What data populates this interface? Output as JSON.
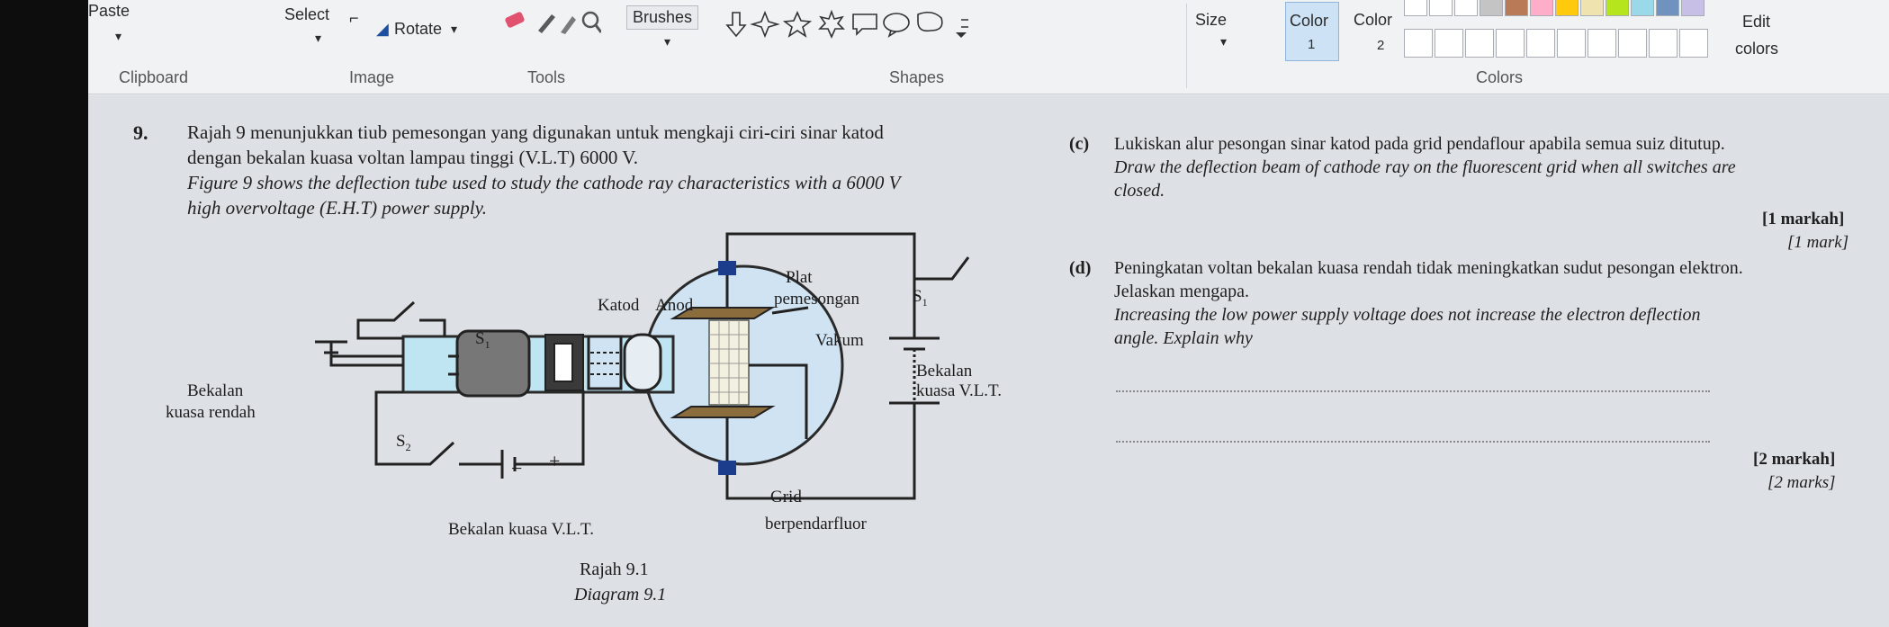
{
  "ribbon": {
    "paste": "Paste",
    "select": "Select",
    "rotate": "Rotate",
    "brushes": "Brushes",
    "size": "Size",
    "color1_a": "Color",
    "color1_b": "1",
    "color2_a": "Color",
    "color2_b": "2",
    "edit_a": "Edit",
    "edit_b": "colors",
    "groups": {
      "clipboard": "Clipboard",
      "image": "Image",
      "tools": "Tools",
      "shapes": "Shapes",
      "colors": "Colors"
    },
    "palette_top": [
      "#ffffff",
      "#ffffff",
      "#ffffff",
      "#c4c4c4",
      "#b97a57",
      "#ffaec9",
      "#ffc90e",
      "#efe4b0",
      "#b5e61d",
      "#99d9ea",
      "#7092be",
      "#c8bfe7"
    ],
    "palette_bottom": [
      "#ffffff",
      "#ffffff",
      "#ffffff",
      "#ffffff",
      "#ffffff",
      "#ffffff",
      "#ffffff",
      "#ffffff",
      "#ffffff",
      "#ffffff"
    ]
  },
  "question": {
    "number": "9.",
    "ms_line1": "Rajah 9 menunjukkan tiub pemesongan yang digunakan untuk mengkaji ciri-ciri sinar katod",
    "ms_line2": "dengan bekalan kuasa voltan lampau tinggi (V.L.T) 6000 V.",
    "en_line1": "Figure 9 shows the deflection tube used to study the cathode ray characteristics with a 6000 V",
    "en_line2": "high overvoltage (E.H.T) power supply."
  },
  "diagram": {
    "katod": "Katod",
    "anod": "Anod",
    "plat": "Plat",
    "pemesongan": "pemesongan",
    "s1_top": "S",
    "s1_right": "S",
    "sub1": "1",
    "vakum": "Vakum",
    "bekalan_vlt_a": "Bekalan",
    "bekalan_vlt_b": "kuasa V.L.T.",
    "bekalan_rendah_a": "Bekalan",
    "bekalan_rendah_b": "kuasa rendah",
    "s2": "S",
    "sub2": "2",
    "minus": "−",
    "plus": "+",
    "bekalan_bottom": "Bekalan kuasa V.L.T.",
    "grid_a": "Grid",
    "grid_b": "berpendarfluor",
    "caption_ms": "Rajah 9.1",
    "caption_en": "Diagram 9.1"
  },
  "part_c": {
    "label": "(c)",
    "ms": "Lukiskan alur pesongan sinar katod pada grid pendaflour apabila semua suiz ditutup.",
    "en_line1": "Draw the deflection beam of cathode ray on the fluorescent grid when all switches are",
    "en_line2": "closed.",
    "mark_ms": "[1 markah]",
    "mark_en": "[1 mark]"
  },
  "part_d": {
    "label": "(d)",
    "ms_line1": "Peningkatan voltan bekalan kuasa rendah tidak meningkatkan sudut pesongan elektron.",
    "ms_line2": "Jelaskan mengapa.",
    "en_line1": "Increasing the low power supply voltage does not increase the electron deflection",
    "en_line2": "angle. Explain why",
    "mark_ms": "[2 markah]",
    "mark_en": "[2 marks]"
  }
}
